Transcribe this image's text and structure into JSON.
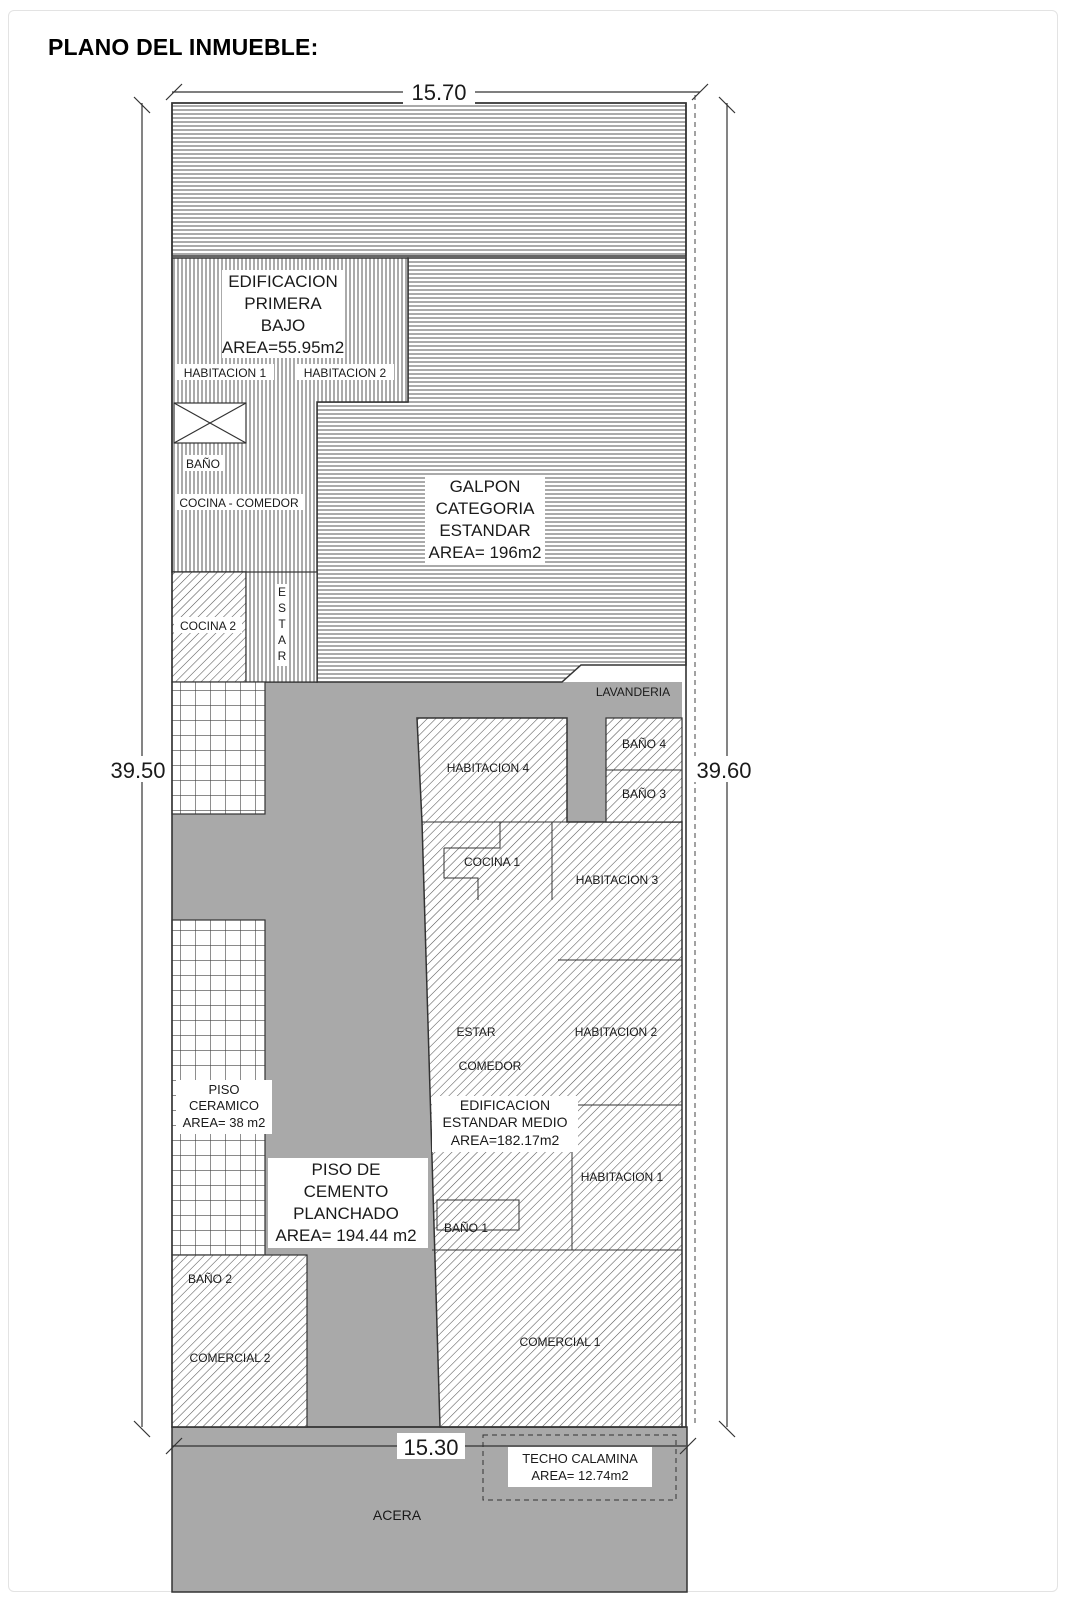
{
  "header": {
    "title": "PLANO DEL INMUEBLE:"
  },
  "dimensions": {
    "top": "15.70",
    "bottom": "15.30",
    "left": "39.50",
    "right": "39.60"
  },
  "areas": {
    "primera": {
      "l1": "EDIFICACION",
      "l2": "PRIMERA",
      "l3": "BAJO",
      "l4": "AREA=55.95m2"
    },
    "galpon": {
      "l1": "GALPON",
      "l2": "CATEGORIA",
      "l3": "ESTANDAR",
      "l4": "AREA= 196m2"
    },
    "ceramico": {
      "l1": "PISO",
      "l2": "CERAMICO",
      "l3": "AREA= 38 m2"
    },
    "cemento": {
      "l1": "PISO DE",
      "l2": "CEMENTO",
      "l3": "PLANCHADO",
      "l4": "AREA= 194.44 m2"
    },
    "medio": {
      "l1": "EDIFICACION",
      "l2": "ESTANDAR MEDIO",
      "l3": "AREA=182.17m2"
    },
    "calamina": {
      "l1": "TECHO CALAMINA",
      "l2": "AREA= 12.74m2"
    }
  },
  "rooms": {
    "habitacion1_top": "HABITACION 1",
    "habitacion2_top": "HABITACION 2",
    "bano": "BAÑO",
    "cocina_comedor": "COCINA - COMEDOR",
    "estar_vertical": [
      "E",
      "S",
      "T",
      "A",
      "R"
    ],
    "cocina2": "COCINA 2",
    "lavanderia": "LAVANDERIA",
    "habitacion4": "HABITACION 4",
    "bano4": "BAÑO 4",
    "bano3": "BAÑO 3",
    "cocina1": "COCINA 1",
    "habitacion3": "HABITACION 3",
    "estar": "ESTAR",
    "habitacion2": "HABITACION 2",
    "comedor": "COMEDOR",
    "habitacion1": "HABITACION 1",
    "bano1": "BAÑO 1",
    "bano2": "BAÑO 2",
    "comercial1": "COMERCIAL 1",
    "comercial2": "COMERCIAL 2",
    "acera": "ACERA"
  },
  "colors": {
    "concrete": "#a9a9a9",
    "line": "#3a3a3a",
    "hatch": "#555555"
  }
}
